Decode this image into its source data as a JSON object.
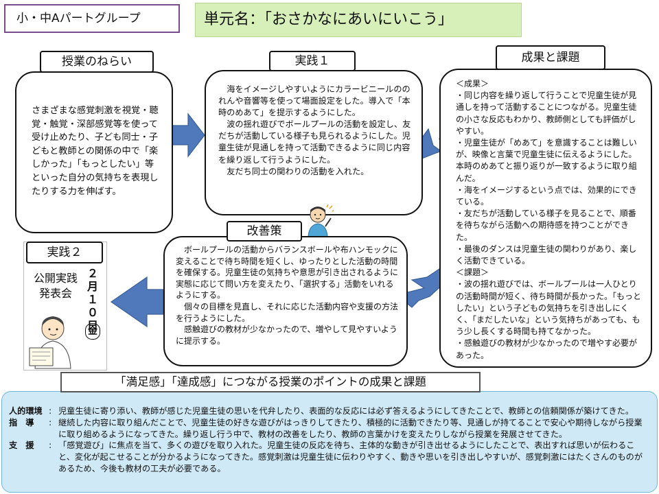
{
  "header": {
    "group_label": "小・中Aパートグループ",
    "unit_title": "単元名：「おさかなにあいにいこう」"
  },
  "aim": {
    "label": "授業のねらい",
    "text": "さまざまな感覚刺激を視覚・聴覚・触覚・深部感覚等を使って受け止めたり、子ども同士・子どもと教師との関係の中で「楽しかった」「もっとしたい」等といった自分の気持ちを表現したりする力を伸ばす。"
  },
  "practice1": {
    "label": "実践１",
    "paragraphs": [
      "海をイメージしやすいようにカラービニールののれんや音響等を使って場面設定をした。導入で「本時のめあて」を提示するようにした。",
      "波の揺れ遊びでボールプールの活動を設定し、友だちが活動している様子も見られるようにした。児童生徒が見通しを持って活動できるように同じ内容を繰り返して行うようにした。",
      "友だち同士の関わりの活動を入れた。"
    ]
  },
  "results": {
    "label": "成果と課題",
    "lines": [
      "＜成果＞",
      "・同じ内容を繰り返して行うことで児童生徒が見通しを持って活動することにつながる。児童生徒の小さな反応もわかり、教師側としても評価がしやすい。",
      "・児童生徒が「めあて」を意識することは難しいが、映像と言葉で児童生徒に伝えるようにした。本時のめあてと振り返りが一致するように取り組んだ。",
      "・海をイメージするという点では、効果的にできている。",
      "・友だちが活動している様子を見ることで、順番を待ちながら活動への期待感を持つことができた。",
      "・最後のダンスは児童生徒の関わりがあり、楽しく活動できている。",
      "＜課題＞",
      "・波の揺れ遊びでは、ボールプールは一人ひとりの活動時間が短く、待ち時間が長かった。「もっとしたい」という子どもの気持ちを引き出しにくく、「まだしたいな」という気持ちがあっても、もう少し長くする時間も持てなかった。",
      "・感触遊びの教材が少なかったので増やす必要があった。"
    ]
  },
  "improvement": {
    "label": "改善策",
    "paragraphs": [
      "ボールプールの活動からバランスボールや布ハンモックに変えることで待ち時間を短くし、ゆったりとした活動の時間を確保する。児童生徒の気持ちや意思が引き出されるように実態に応じて問い方を変えたり、「選択する」活動をいれるようにする。",
      "個々の目標を見直し、それに応じた活動内容や支援の方法を行うようにした。",
      "感触遊びの教材が少なかったので、増やして見やすいように提示する。"
    ]
  },
  "practice2": {
    "label": "実践２",
    "event": "公開実践発表会",
    "date_vertical": "２月１０日",
    "weekday": "金"
  },
  "points": {
    "title": "「満足感」「達成感」につながる授業のポイントの成果と課題",
    "rows": [
      {
        "label": "人的環境",
        "text": "児童生徒に寄り添い、教師が感じた児童生徒の思いを代弁したり、表面的な反応には必ず答えるようにしてきたことで、教師との信頼関係が築けてきた。"
      },
      {
        "label": "指　導",
        "text": "継続した内容に取り組んだことで、児童生徒の好きな遊びがはっきりしてきたり、積極的に活動できたり等、見通しが持てることで安心や期待しながら授業に取り組めるようになってきた。繰り返し行う中で、教材の改善をしたり、教師の言葉かけを変えたりしながら授業を発展させてきた。"
      },
      {
        "label": "支　援",
        "text": "「感覚遊び」に焦点を当て、多くの遊びを取り入れた。児童生徒の反応を待ち、主体的な動きが引き出せるようにしたことで、表出すれば思いが伝わること、変化が起こせることが分かるようになってきた。感覚刺激は児童生徒に伝わりやすく、動きや思いを引き出しやすいが、感覚刺激にはたくさんのものがあるため、今後も教材の工夫が必要である。"
      }
    ]
  },
  "colors": {
    "arrow": "#4f79bb",
    "title_bg": "#d7efb9",
    "summary_bg": "#cfe9f6"
  }
}
